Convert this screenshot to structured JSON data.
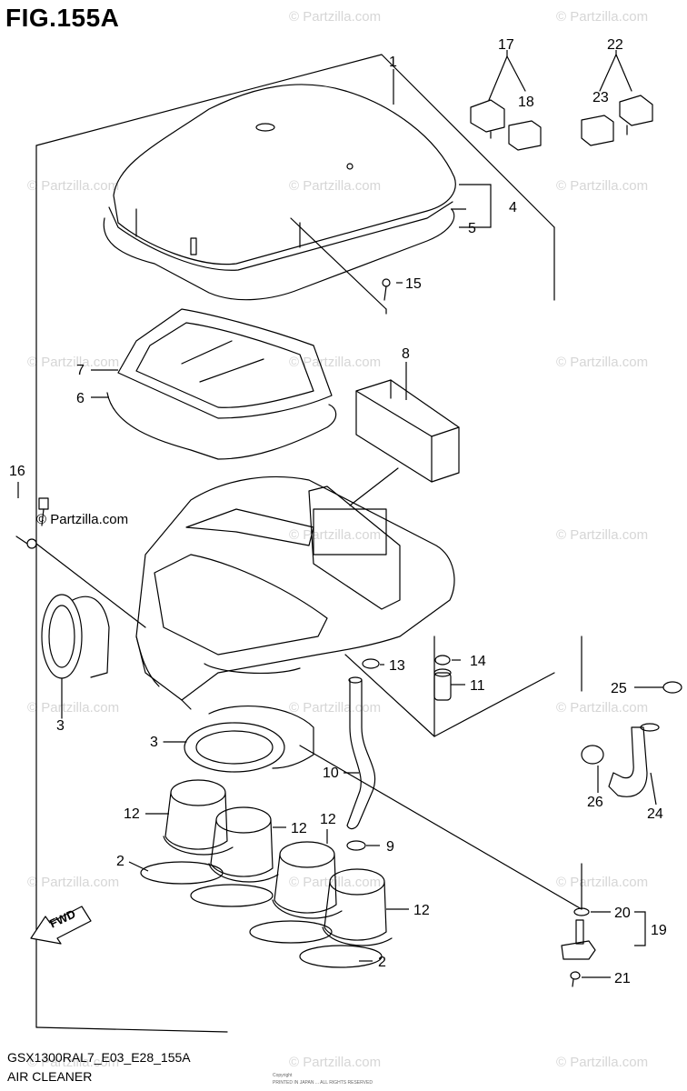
{
  "figure": {
    "title": "FIG.155A",
    "model_code": "GSX1300RAL7_E03_E28_155A",
    "section_name": "AIR CLEANER",
    "fine_print_1": "Copyright",
    "fine_print_2": "PRINTED IN JAPAN ... ALL RIGHTS RESERVED"
  },
  "watermark": {
    "text": "© Partzilla.com",
    "prominent_text": "© Partzilla.com"
  },
  "fwd_label": "FWD",
  "callouts": {
    "c1": "1",
    "c2a": "2",
    "c2b": "2",
    "c3a": "3",
    "c3b": "3",
    "c4": "4",
    "c5": "5",
    "c6": "6",
    "c7": "7",
    "c8": "8",
    "c9": "9",
    "c10": "10",
    "c11": "11",
    "c12a": "12",
    "c12b": "12",
    "c12c": "12",
    "c12d": "12",
    "c13": "13",
    "c14": "14",
    "c15": "15",
    "c16": "16",
    "c17": "17",
    "c18": "18",
    "c19": "19",
    "c20": "20",
    "c21": "21",
    "c22": "22",
    "c23": "23",
    "c24": "24",
    "c25": "25",
    "c26": "26"
  },
  "colors": {
    "line": "#000000",
    "watermark": "#d6d6d6",
    "background": "#ffffff"
  }
}
